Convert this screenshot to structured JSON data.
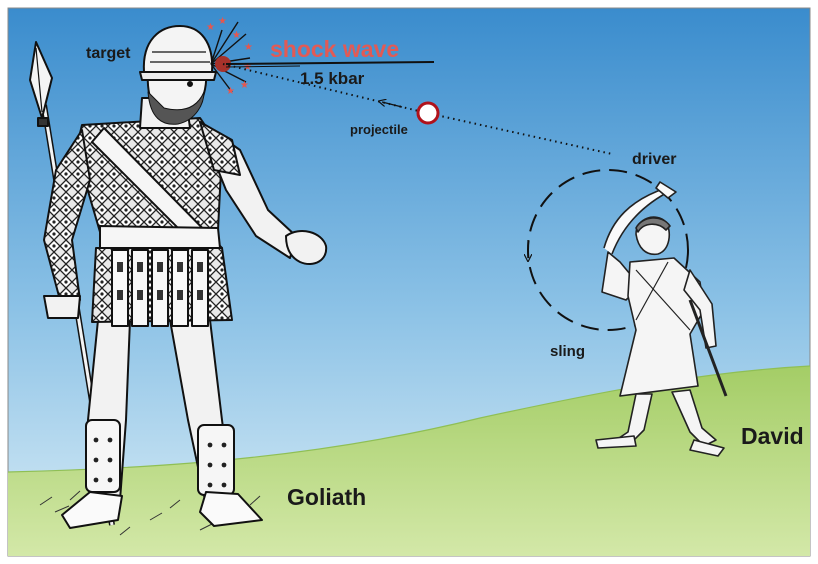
{
  "labels": {
    "target": "target",
    "shock_wave": "shock wave",
    "pressure": "1.5 kbar",
    "projectile": "projectile",
    "driver": "driver",
    "sling": "sling",
    "goliath": "Goliath",
    "david": "David"
  },
  "icons": {
    "goliath": "goliath-figure-icon",
    "david": "david-figure-icon",
    "spear": "spear-icon",
    "projectile": "projectile-circle-icon",
    "impact": "impact-star-icon"
  },
  "colors": {
    "sky_top": "#3d8fcf",
    "sky_bottom": "#cfe6f3",
    "grass_top": "#a8cf6a",
    "grass_bottom": "#cfe4a4",
    "shock_wave": "#d9534f",
    "projectile_stroke": "#b0121b",
    "impact": "#a8322b",
    "line": "#111111"
  }
}
